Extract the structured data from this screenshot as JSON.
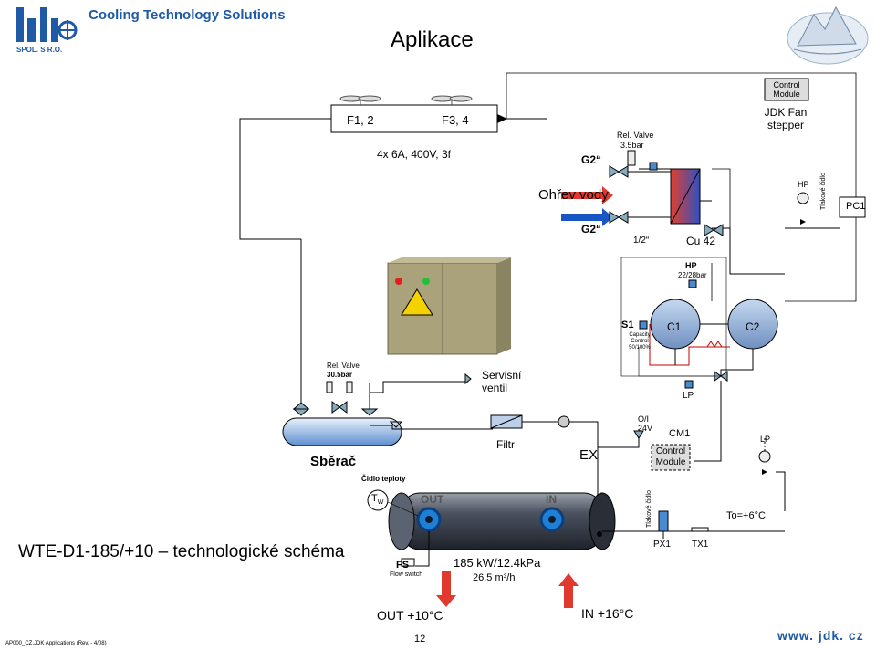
{
  "brand": {
    "logo_text": "jdk",
    "logo_sub": "SPOL. S R.O.",
    "tagline": "Cooling Technology Solutions"
  },
  "page": {
    "title": "Aplikace",
    "footer_code": "AP000_CZ.JDK Applications (Rev. - 4/08)",
    "page_number": "12",
    "website": "www. jdk. cz"
  },
  "diagram": {
    "schema_title": "WTE-D1-185/+10 – technologické schéma",
    "condenser": {
      "fans_left": "F1, 2",
      "fans_right": "F3, 4",
      "power": "4x 6A, 400V, 3f"
    },
    "control_module_top": "Control Module",
    "fan_stepper": "JDK Fan stepper",
    "rel_valve_top": {
      "label": "Rel. Valve",
      "value": "3.5bar"
    },
    "pipe_g2_top": "G2“",
    "pipe_g2_bottom": "G2“",
    "hot_water": "Ohřev vody",
    "half_inch": "1/2“",
    "cu42": "Cu 42",
    "hp_top": "HP",
    "tlakove_cidlo_top": "Tlakové čidlo",
    "pc1": "PC1",
    "hp_switch": {
      "label": "HP",
      "value": "22/28bar"
    },
    "s1": {
      "label": "S1",
      "desc": "Capacity Control 50/100%"
    },
    "compressors": [
      "C1",
      "C2"
    ],
    "rel_valve_left": {
      "label": "Rel. Valve",
      "value": "30.5bar"
    },
    "service_valve": "Servisní ventil",
    "lp_mid": "LP",
    "receiver": "Sběrač",
    "filter": "Filtr",
    "expansion": "EX",
    "oi_24v": "O/I 24V",
    "cm1": "CM1",
    "control_module_mid": "Control Module",
    "lp_right": "LP",
    "temp_sensor": "Čidlo teploty",
    "tw": "T",
    "tw_sub": "W",
    "evap_out": "OUT",
    "evap_in": "IN",
    "tlakove_cidlo_bottom": "Tlakové čidlo",
    "to": "To=+6°C",
    "px1": "PX1",
    "tx1": "TX1",
    "fs": {
      "label": "FS",
      "desc": "Flow switch"
    },
    "capacity": "185 kW/12.4kPa",
    "flow": "26.5 m³/h",
    "out_temp": "OUT +10°C",
    "in_temp": "IN +16°C"
  },
  "colors": {
    "brand_blue": "#1f5aa6",
    "hot_water_red": "#e03a2f",
    "cold_water_blue": "#1a55c4",
    "evaporator_dark": "#3a3f48",
    "nozzle_blue": "#1f7fd6",
    "panel_khaki": "#a9a27a",
    "warning_yellow": "#f5d100",
    "led_red": "#e02020",
    "led_green": "#1fbf3a"
  }
}
